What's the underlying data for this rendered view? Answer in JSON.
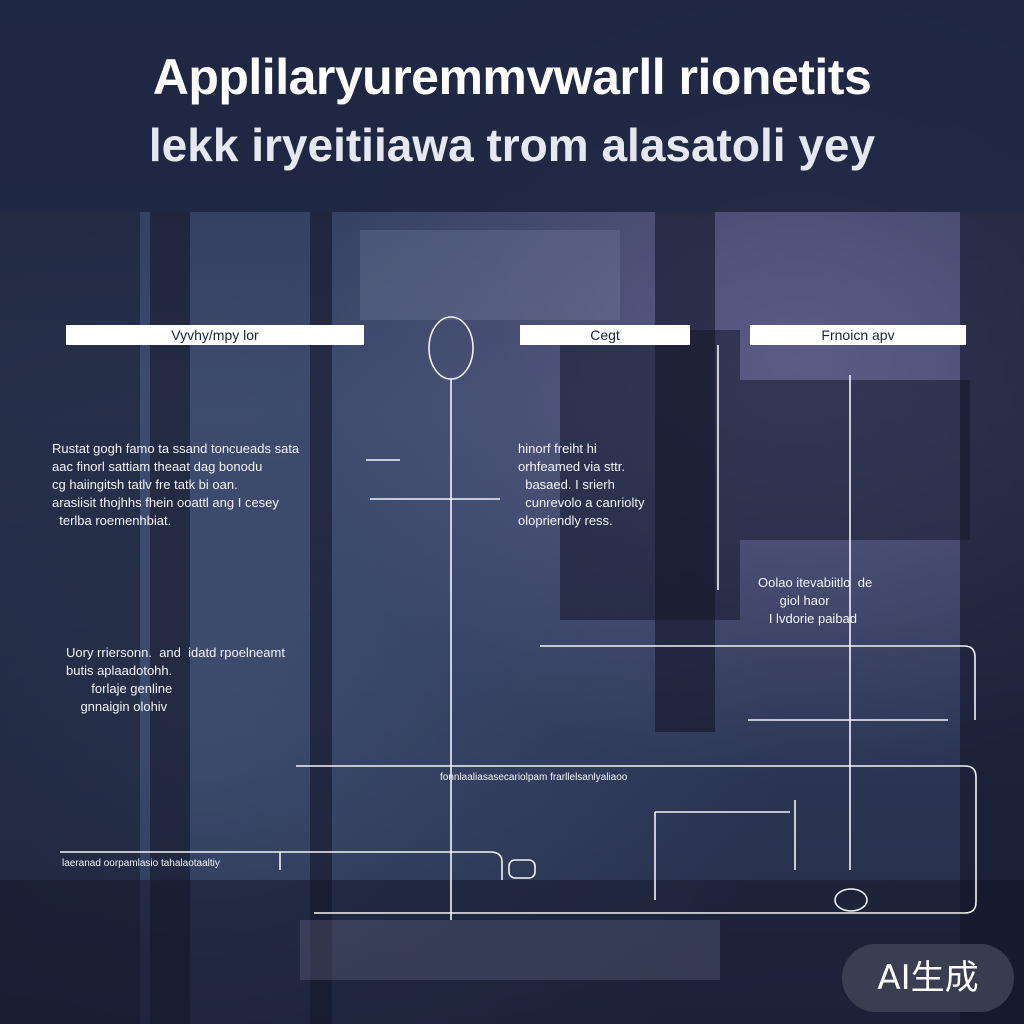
{
  "header": {
    "title": "Applilaryuremmvwarll rionetits",
    "subtitle": "lekk iryeitiiawa trom alasatoli yey"
  },
  "columns": [
    {
      "label": "Vyvhy/mpy lor"
    },
    {
      "label": "Cegt"
    },
    {
      "label": "Frnoicn apv"
    }
  ],
  "text_blocks": {
    "left_top": "Rustat gogh famo ta ssand toncueads sata\naac finorl sattiam theaat dag bonodu\ncg haiingitsh tatlv fre tatk bi oan.\narasiisit thojhhs fhein ooattl ang I cesey\n  terlba roemenhbiat.",
    "mid_top": "hinorf freiht hi\norhfeamed via sttr.\n  basaed. I srierh\n  cunrevolo a canriolty\nolopriendly ress.",
    "right_mid": "Oolao itevabiitlo  de\n      giol haor\n   I lvdorie paibad",
    "left_mid": "Uory rriersonn.  and  idatd rpoelneamt\nbutis aplaadotohh.\n       forlaje genline\n    gnnaigin olohiv"
  },
  "captions": {
    "center_caption": "fonnlaaliasasecariolpam frarllelsanlyaliaoo",
    "bottom_left_caption": "laeranad oorpamlasio tahalaotaaltiy"
  },
  "watermark": "AI生成"
}
